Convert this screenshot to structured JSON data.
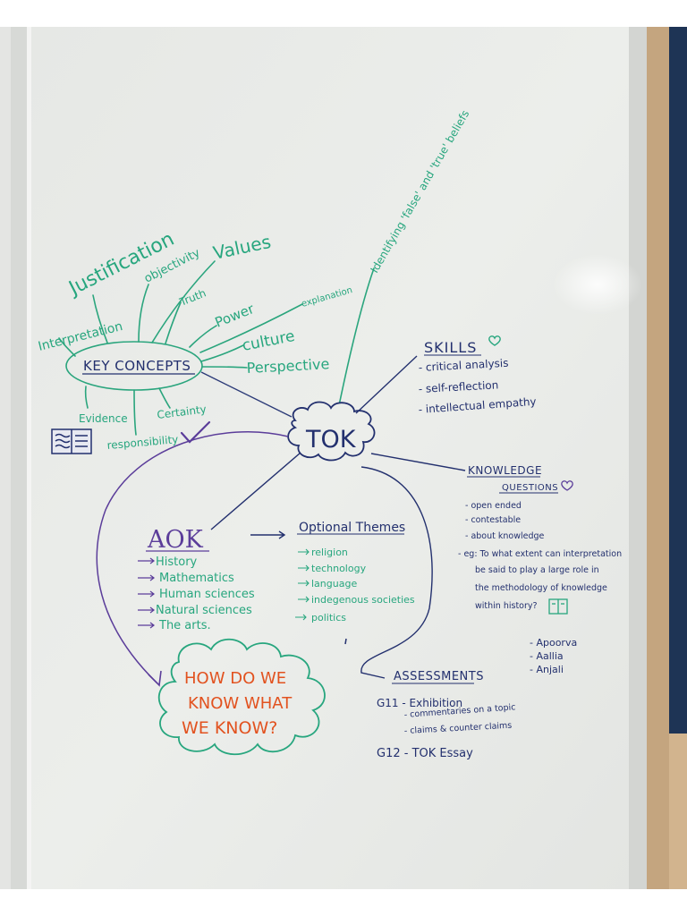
{
  "palette": {
    "green": "#27a67e",
    "navy": "#23306e",
    "purple": "#5b3d9a",
    "orange": "#e2521f",
    "board": "#e9eae7",
    "wall": "#f3f3f2",
    "wood": "#c9ab86",
    "edge_blue": "#1f3556"
  },
  "key_concepts": {
    "title": "KEY CONCEPTS",
    "justification": "Justification",
    "objectivity": "objectivity",
    "values": "Values",
    "interpretation": "Interpretation",
    "truth": "Truth",
    "power": "Power",
    "explanation": "explanation",
    "culture": "culture",
    "perspective": "Perspective",
    "evidence": "Evidence",
    "certainty": "Certainty",
    "responsibility": "responsibility"
  },
  "beliefs_note": "Identifying 'false' and 'true' beliefs",
  "center": "TOK",
  "skills": {
    "title": "SKILLS",
    "items": [
      "- critical analysis",
      "- self-reflection",
      "- intellectual empathy"
    ]
  },
  "knowledge_questions": {
    "title_line1": "KNOWLEDGE",
    "title_line2": "QUESTIONS",
    "items": [
      "- open ended",
      "- contestable",
      "- about knowledge"
    ],
    "example": [
      "- eg: To what extent can interpretation",
      "be said to play a large role in",
      "the methodology of knowledge",
      "within history?"
    ]
  },
  "aok": {
    "title": "AOK",
    "items": [
      "History",
      "Mathematics",
      "Human sciences",
      "Natural sciences",
      "The arts."
    ]
  },
  "optional_themes": {
    "title": "Optional Themes",
    "items": [
      "religion",
      "technology",
      "language",
      "indegenous societies",
      "politics"
    ]
  },
  "question_cloud": {
    "line1": "HOW DO WE",
    "line2": "KNOW WHAT",
    "line3": "WE KNOW?"
  },
  "assessments": {
    "title": "ASSESSMENTS",
    "g11": "G11 - Exhibition",
    "g11_items": [
      "- commentaries on a topic",
      "- claims & counter claims"
    ],
    "g12": "G12 - TOK Essay"
  },
  "names": [
    "- Apoorva",
    "- Aallia",
    "- Anjali"
  ],
  "icons": {
    "book": "open-book-icon",
    "check": "checkmark-icon",
    "heart": "heart-icon",
    "small_book": "small-book-icon"
  }
}
